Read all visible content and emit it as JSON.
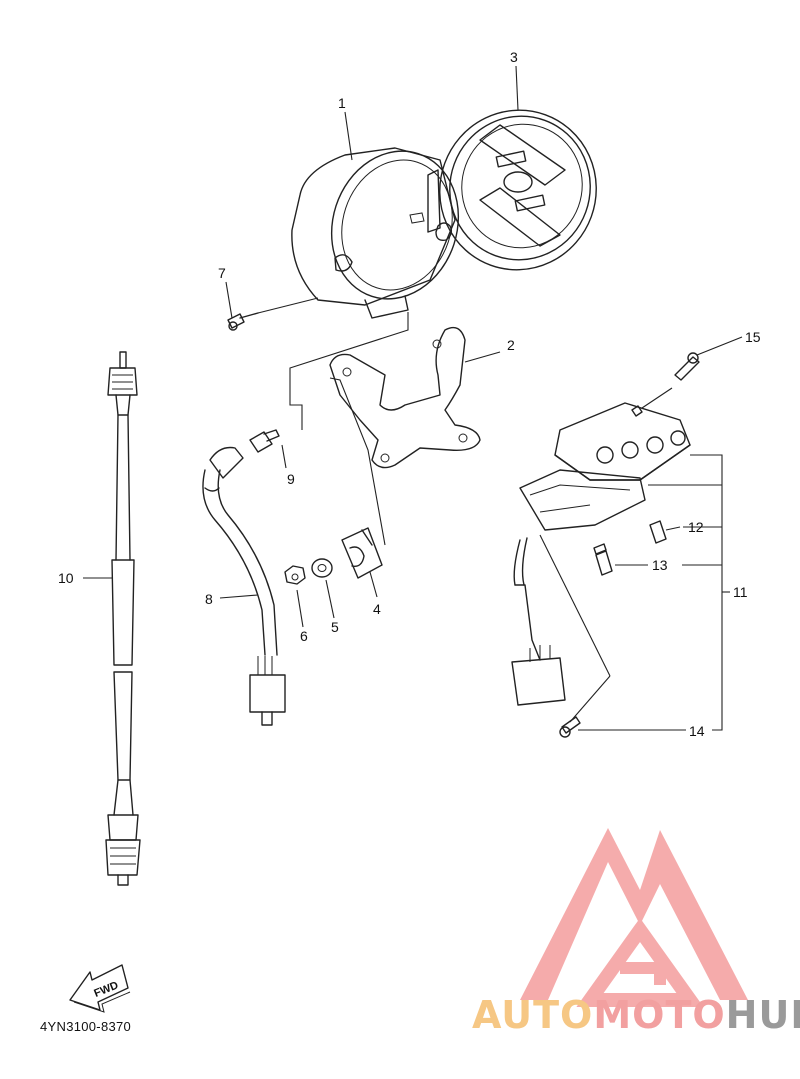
{
  "diagram": {
    "parts": [
      {
        "no": "1"
      },
      {
        "no": "2"
      },
      {
        "no": "3"
      },
      {
        "no": "4"
      },
      {
        "no": "5"
      },
      {
        "no": "6"
      },
      {
        "no": "7"
      },
      {
        "no": "8"
      },
      {
        "no": "9"
      },
      {
        "no": "10"
      },
      {
        "no": "11"
      },
      {
        "no": "12"
      },
      {
        "no": "13"
      },
      {
        "no": "14"
      },
      {
        "no": "15"
      }
    ],
    "fwd_label": "FWD",
    "drawing_code": "4YN3100-8370"
  },
  "watermark": {
    "brand_part1": "AUTO",
    "brand_part2": "MOTO",
    "brand_part3": "HUB",
    "colors": {
      "auto": "#f6c784",
      "moto": "#f2a0a0",
      "hub": "#9a9a9a",
      "logo": "#f4a3a3"
    }
  }
}
